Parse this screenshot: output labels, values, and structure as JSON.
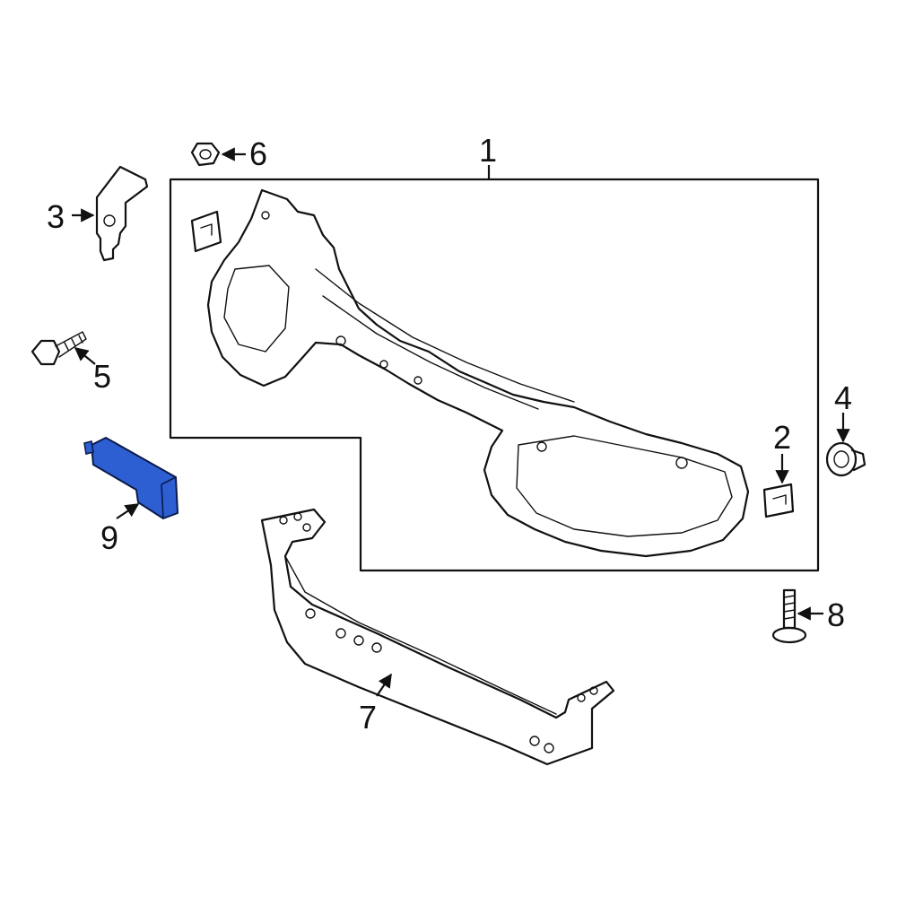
{
  "diagram": {
    "colors": {
      "line": "#111111",
      "highlight_fill": "#2d5fd3",
      "highlight_stroke": "#0b1a4a",
      "background": "#ffffff"
    },
    "callouts": [
      {
        "id": "1",
        "label": "1"
      },
      {
        "id": "2",
        "label": "2"
      },
      {
        "id": "3",
        "label": "3"
      },
      {
        "id": "4",
        "label": "4"
      },
      {
        "id": "5",
        "label": "5"
      },
      {
        "id": "6",
        "label": "6"
      },
      {
        "id": "7",
        "label": "7"
      },
      {
        "id": "8",
        "label": "8"
      },
      {
        "id": "9",
        "label": "9"
      }
    ],
    "highlighted_part": "9"
  }
}
